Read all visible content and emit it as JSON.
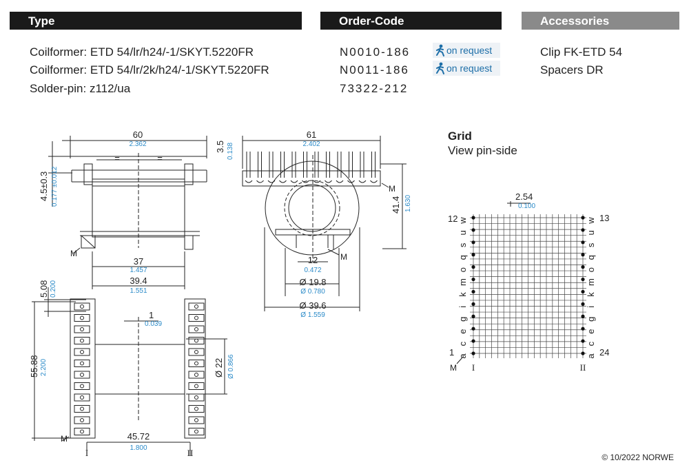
{
  "headers": {
    "type": "Type",
    "order_code": "Order-Code",
    "accessories": "Accessories"
  },
  "rows": [
    {
      "label": "Coilformer:",
      "value": "ETD 54/lr/h24/-1/SKYT.5220FR",
      "code": "N0010-186",
      "badge": "on request"
    },
    {
      "label": "Coilformer:",
      "value": "ETD 54/lr/2k/h24/-1/SKYT.5220FR",
      "code": "N0011-186",
      "badge": "on request"
    },
    {
      "label": "Solder-pin:",
      "value": "z112/ua",
      "code": "73322-212",
      "badge": null
    }
  ],
  "accessories": [
    "Clip FK-ETD 54",
    "Spacers DR"
  ],
  "grid": {
    "title": "Grid",
    "subtitle": "View pin-side",
    "pitch_mm": "2.54",
    "pitch_in": "0.100",
    "pin_labels": {
      "bl": "1",
      "tl": "12",
      "tr": "13",
      "br": "24",
      "mark": "M",
      "roman_1": "I",
      "roman_2": "II"
    },
    "row_letters": [
      "a",
      "c",
      "e",
      "g",
      "i",
      "k",
      "m",
      "o",
      "q",
      "s",
      "u",
      "w"
    ]
  },
  "drawing": {
    "front": {
      "w_mm": "60",
      "w_in": "2.362",
      "eq": "=",
      "t_mm": "3.5",
      "t_in": "0.138",
      "h_mm": "4.5±0.3",
      "h_in": "0.177 ±0.012",
      "in_mm": "37",
      "in_in": "1.457",
      "out_mm": "39.4",
      "out_in": "1.551",
      "mark": "M"
    },
    "side": {
      "w_mm": "61",
      "w_in": "2.402",
      "h_mm": "41.4",
      "h_in": "1.630",
      "slot_mm": "12",
      "slot_in": "0.472",
      "d1_mm": "Ø 19.8",
      "d1_in": "Ø 0.780",
      "d2_mm": "Ø 39.6",
      "d2_in": "Ø 1.559",
      "mark": "M"
    },
    "bottom": {
      "top_mm": "5.08",
      "top_in": "0.200",
      "p_mm": "1",
      "p_in": "0.039",
      "h_mm": "55.88",
      "h_in": "2.200",
      "d_mm": "Ø 22",
      "d_in": "Ø 0.866",
      "w_mm": "45.72",
      "w_in": "1.800",
      "mark": "M",
      "roman_1": "I",
      "roman_2": "II"
    }
  },
  "footer": {
    "copyright": "© 10/2022 NORWE"
  }
}
